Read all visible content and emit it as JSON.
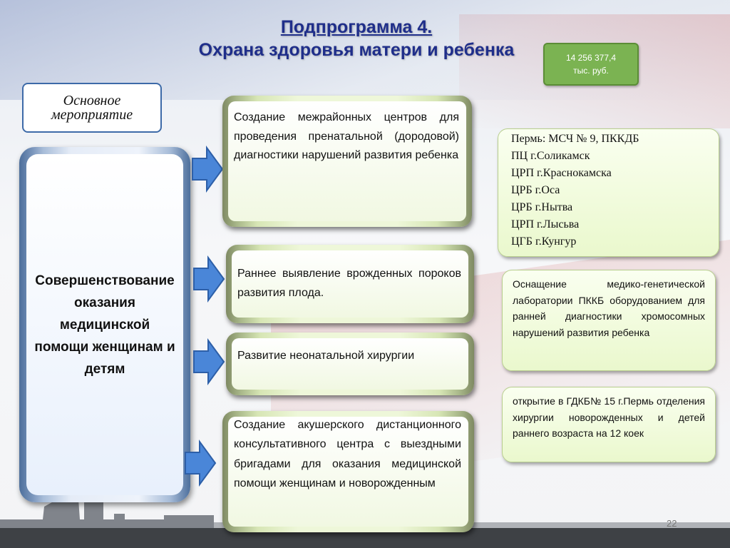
{
  "title": {
    "line1": "Подпрограмма 4.",
    "line2": "Охрана здоровья матери и ребенка"
  },
  "budget": {
    "amount": "14 256 377,4",
    "unit": "тыс. руб."
  },
  "main_label": {
    "line1": "Основное",
    "line2": "мероприятие"
  },
  "left_box": {
    "text": "Совершенствование оказания медицинской помощи женщинам и детям"
  },
  "measures": [
    {
      "text": "Создание межрайонных центров для проведения пренатальной (дородовой) диагностики нарушений развития ребенка"
    },
    {
      "text": "Раннее выявление врожденных пороков развития плода."
    },
    {
      "text": "Развитие неонатальной хирургии"
    },
    {
      "text": "Создание акушерского дистанционного консультативного центра с выездными бригадами для оказания медицинской помощи женщинам и новорожденным"
    }
  ],
  "details": {
    "institutions": [
      "Пермь: МСЧ № 9, ПККДБ",
      "ПЦ г.Соликамск",
      "ЦРП г.Краснокамска",
      "ЦРБ г.Оса",
      "ЦРБ г.Нытва",
      "ЦРП г.Лысьва",
      "ЦГБ г.Кунгур"
    ],
    "equipment": "Оснащение медико-генетической лаборатории ПККБ оборудованием для ранней диагностики хромосомных нарушений развития ребенка",
    "surgery": "открытие в ГДКБ№ 15 г.Пермь отделения хирургии новорожденных и детей раннего возраста на 12 коек"
  },
  "page_number": "22",
  "colors": {
    "title": "#1f2e8a",
    "budget_bg": "#7bb352",
    "arrow": "#4a86d8",
    "left_border": "#4d6f9c"
  }
}
